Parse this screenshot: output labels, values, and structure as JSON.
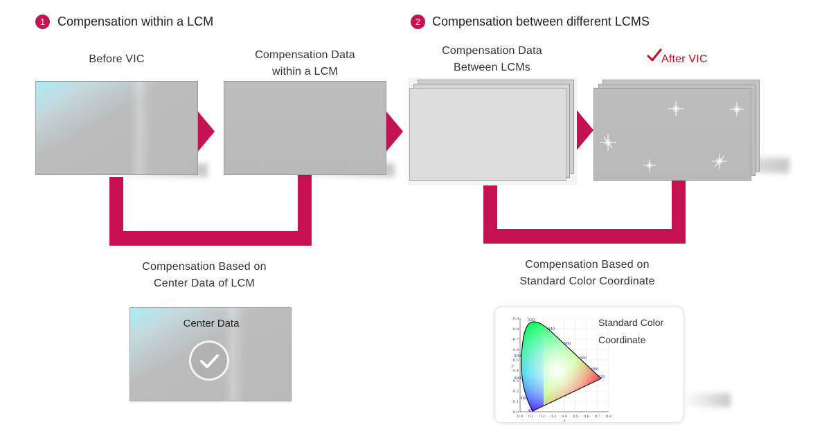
{
  "section1": {
    "number": "1",
    "title": "Compensation within a LCM"
  },
  "section2": {
    "number": "2",
    "title": "Compensation between different LCMS"
  },
  "labels": {
    "before_vic": "Before VIC",
    "comp_within": "Compensation Data\nwithin a LCM",
    "comp_between": "Compensation Data\nBetween LCMs",
    "after_vic": "After VIC",
    "comp_based_center": "Compensation Based on\nCenter Data of LCM",
    "comp_based_standard": "Compensation Based on\nStandard Color Coordinate",
    "center_data": "Center Data",
    "standard_caption": "Standard Color\nCoordinate"
  },
  "cie": {
    "wavelengths": [
      "520",
      "540",
      "560",
      "580",
      "600",
      "620",
      "500",
      "490",
      "480",
      "460"
    ],
    "y_ticks": [
      "0.9",
      "0.8",
      "0.7",
      "0.6",
      "0.5",
      "0.4",
      "0.3",
      "0.2",
      "0.1",
      "0.0"
    ],
    "x_ticks": [
      "0.0",
      "0.1",
      "0.2",
      "0.3",
      "0.4",
      "0.5",
      "0.6",
      "0.7",
      "0.8"
    ],
    "y_axis_label": "y",
    "x_axis_label": "x"
  },
  "colors": {
    "accent": "#c4114f",
    "after_vic_red": "#d0021b",
    "panel_gray": "#bbbbbb"
  },
  "icons": {
    "check": "check-icon",
    "after_vic": "checkmark-icon",
    "sparkle": "sparkle-icon"
  }
}
